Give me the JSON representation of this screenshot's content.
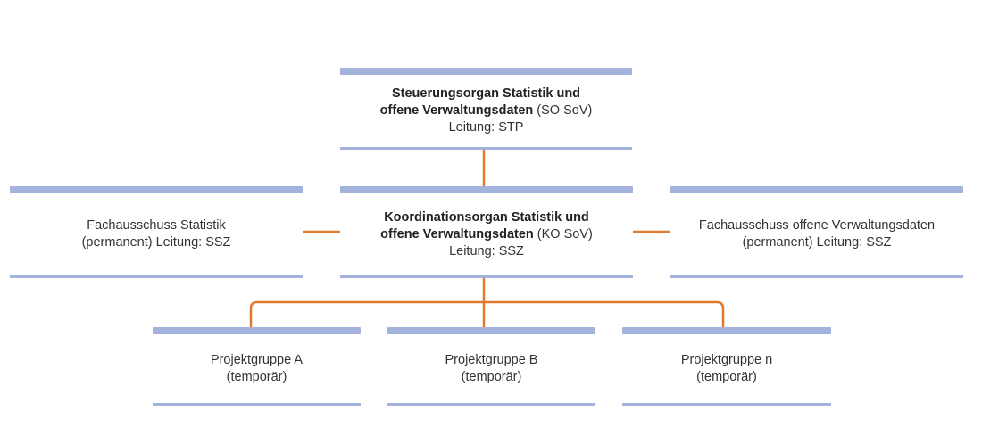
{
  "colors": {
    "bar": "#a3b3dc",
    "connector": "#e07a2e",
    "text": "#333333"
  },
  "nodes": {
    "so": {
      "line1": "Steuerungsorgan Statistik und",
      "line2_bold": "offene Verwaltungsdaten",
      "line2_abbr": "(SO SoV)",
      "line3": "Leitung: STP"
    },
    "ko": {
      "line1": "Koordinationsorgan Statistik und",
      "line2_bold": "offene Verwaltungsdaten",
      "line2_abbr": "(KO SoV)",
      "line3": "Leitung: SSZ"
    },
    "fa_statistik": {
      "line1": "Fachausschuss Statistik",
      "line2": "(permanent) Leitung: SSZ"
    },
    "fa_ovd": {
      "line1": "Fachausschuss offene Verwaltungsdaten",
      "line2": "(permanent) Leitung: SSZ"
    },
    "pg_a": {
      "line1": "Projektgruppe A",
      "line2": "(temporär)"
    },
    "pg_b": {
      "line1": "Projektgruppe B",
      "line2": "(temporär)"
    },
    "pg_n": {
      "line1": "Projektgruppe n",
      "line2": "(temporär)"
    }
  }
}
